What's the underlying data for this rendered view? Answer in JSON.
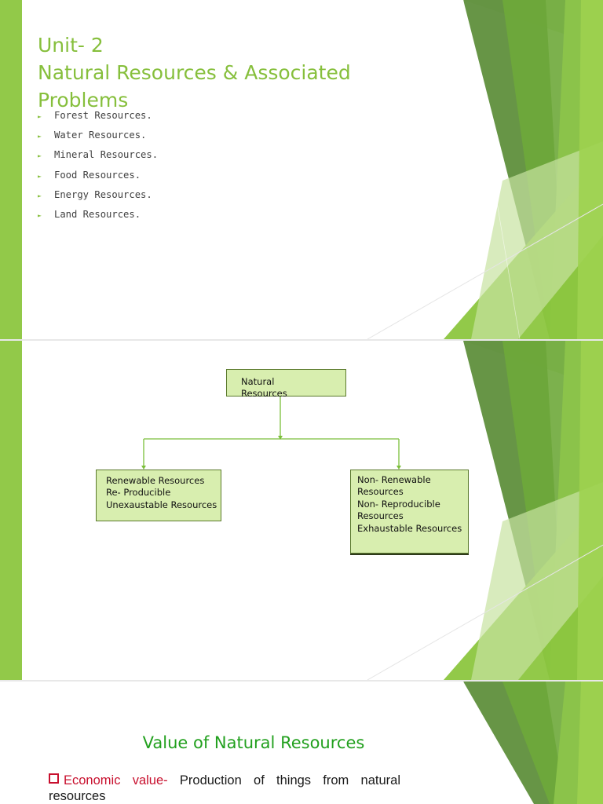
{
  "slide1": {
    "title_lines": [
      "Unit- 2",
      "Natural Resources & Associated",
      "Problems"
    ],
    "bullets": [
      "Forest Resources.",
      "Water Resources.",
      "Mineral Resources.",
      "Food Resources.",
      "Energy Resources.",
      "Land Resources."
    ]
  },
  "slide2": {
    "root": [
      "Natural",
      "Resources"
    ],
    "left": [
      "Renewable Resources",
      "Re- Producible",
      "Unexaustable Resources"
    ],
    "right": [
      "Non- Renewable",
      "Resources",
      "Non- Reproducible",
      "Resources",
      "Exhaustable Resources"
    ]
  },
  "slide3": {
    "heading": "Value of Natural Resources",
    "items": [
      {
        "term": "Economic value-",
        "text": " Production of things from natural resources"
      }
    ]
  },
  "colors": {
    "title_green": "#86bf3c",
    "heading_green": "#22a01e",
    "box_fill": "#d8eeaf",
    "accent_red": "#c8102e"
  },
  "icons": {
    "bullet": "arrow-right-icon",
    "item_marker": "checkbox-icon"
  }
}
